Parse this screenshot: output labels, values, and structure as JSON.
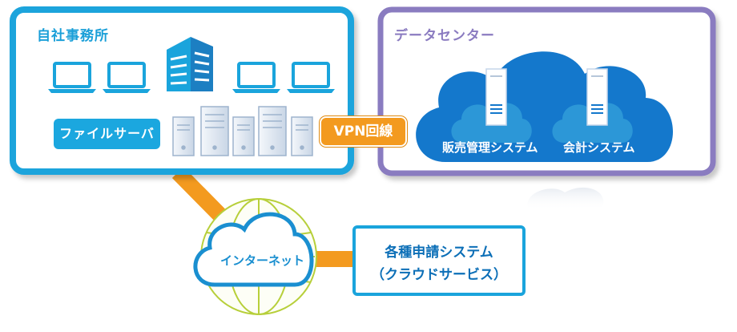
{
  "office": {
    "title": "自社事務所",
    "file_server_label": "ファイルサーバ"
  },
  "datacenter": {
    "title": "データセンター"
  },
  "vpn": {
    "label": "VPN回線"
  },
  "systems": {
    "sales": "販売管理システム",
    "accounting": "会計システム"
  },
  "internet": {
    "label": "インターネット"
  },
  "cloud_app": {
    "line1": "各種申請システム",
    "line2": "（クラウドサービス）"
  },
  "colors": {
    "office_accent": "#1aa4dc",
    "datacenter_accent": "#8a7bc0",
    "vpn_orange": "#f39a1f",
    "cloud_blue": "#1478cc",
    "globe_green": "#b7cf3a"
  },
  "icons": [
    "laptop-icon",
    "office-building-icon",
    "server-tower-icon",
    "globe-icon",
    "cloud-icon"
  ]
}
